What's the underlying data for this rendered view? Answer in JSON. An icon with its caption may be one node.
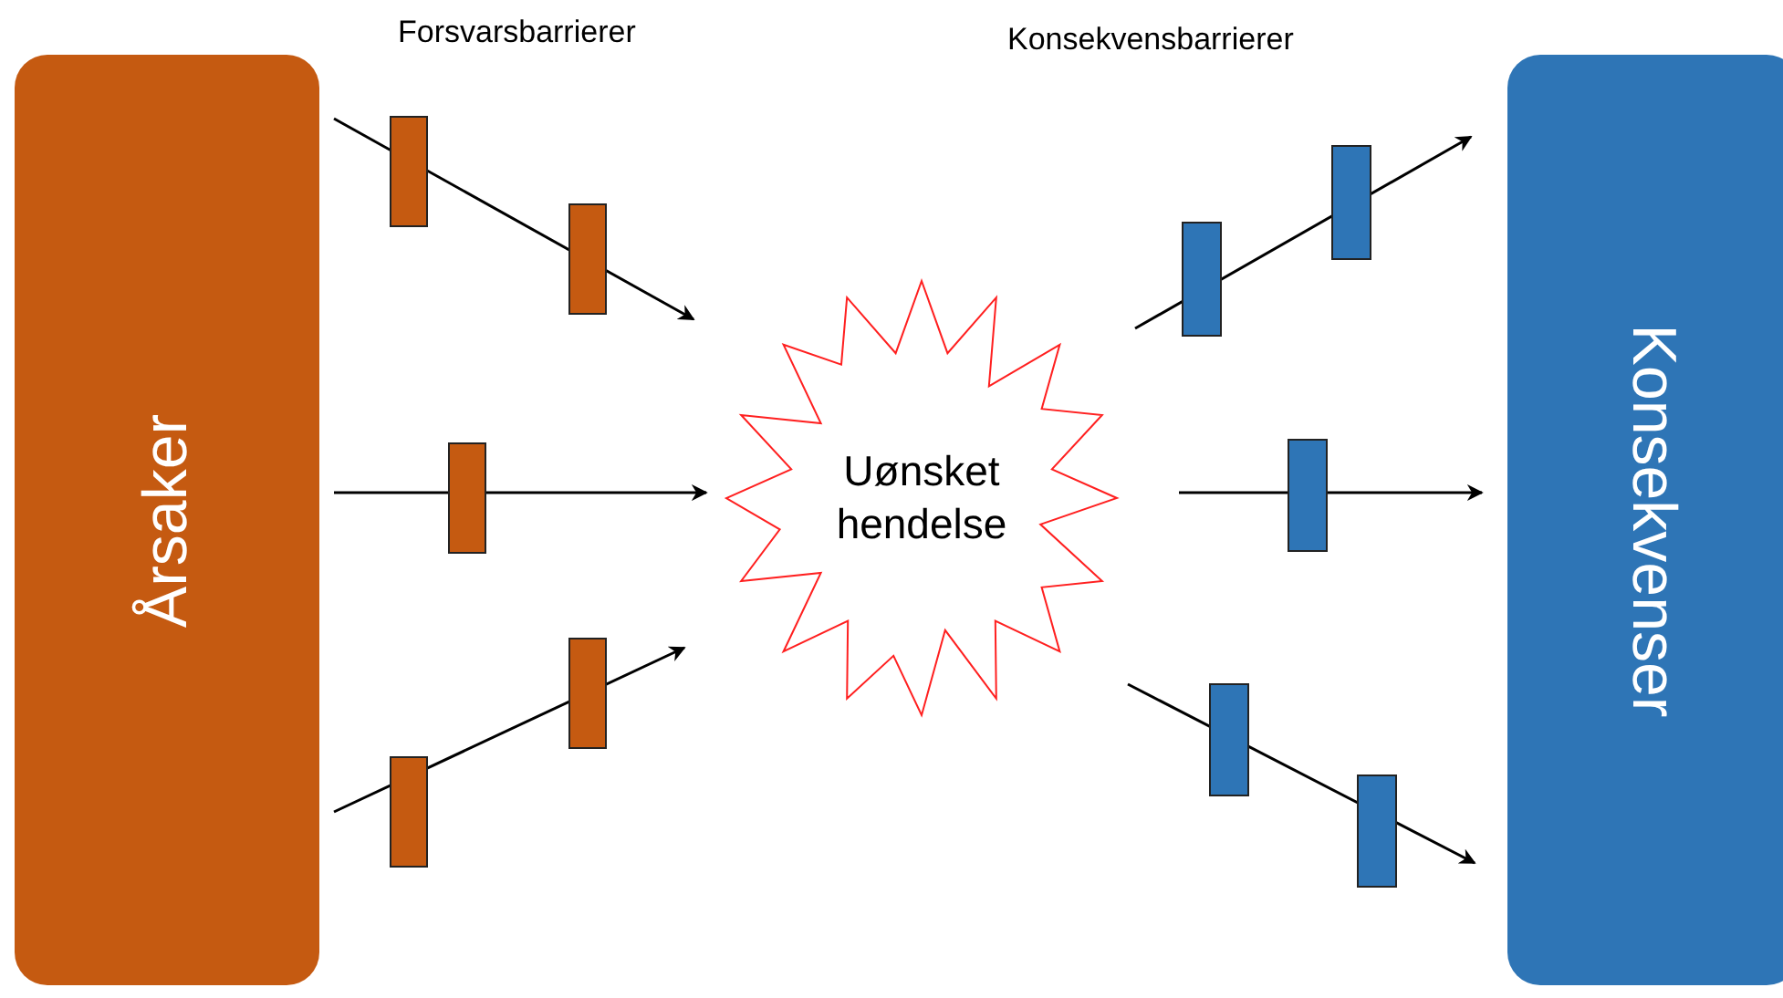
{
  "diagram": {
    "nodes": [
      {
        "text": [
          "Årsaker"
        ]
      },
      {
        "text": [
          "Konsekvenser"
        ]
      },
      {
        "text": [
          "Uønsket hendelse"
        ]
      }
    ],
    "edges": [
      {
        "from": 0,
        "to": 2,
        "arrow": "to"
      },
      {
        "from": 0,
        "to": 2,
        "arrow": "to"
      },
      {
        "from": 0,
        "to": 2,
        "arrow": "to"
      },
      {
        "from": 2,
        "to": 1,
        "arrow": "to"
      },
      {
        "from": 2,
        "to": 1,
        "arrow": "to"
      },
      {
        "from": 2,
        "to": 1,
        "arrow": "to"
      }
    ],
    "labels": [
      "Forsvarsbarrierer",
      "Konsekvensbarrierer"
    ]
  }
}
